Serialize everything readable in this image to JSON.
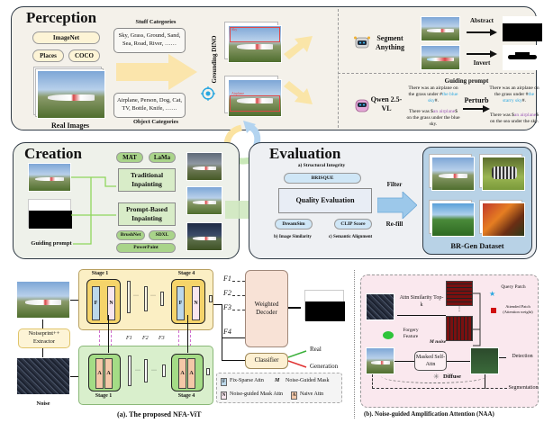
{
  "perception": {
    "title": "Perception",
    "datasets": [
      "ImageNet",
      "Places",
      "COCO"
    ],
    "real_images_label": "Real Images",
    "stuff_categories_label": "Stuff Categories",
    "stuff_categories_text": "Sky, Grass, Ground, Sand, Sea, Road, River, ……",
    "object_categories_label": "Object Categories",
    "object_categories_text": "Airplane, Person, Dog, Cat, TV, Bottle, Knife, ……",
    "grounding_dino_label": "Grounding DINO",
    "box_label_sky": "Sky",
    "box_label_airplane": "Airplane",
    "segment_anything_label": "Segment Anything",
    "abstract_label": "Abstract",
    "invert_label": "Invert",
    "guiding_prompt_label": "Guiding prompt",
    "qwen_label": "Qwen 2.5-VL",
    "perturb_label": "Perturb",
    "prompt_before_1_prefix": "There was an airplane on the grass under #",
    "prompt_before_1_hl": "the blue sky",
    "prompt_before_1_suffix": "#.",
    "prompt_before_2_prefix": "There was $",
    "prompt_before_2_hl": "an airplane",
    "prompt_before_2_suffix": "$ on the grass under the blue sky.",
    "prompt_after_1_prefix": "There was an airplane on the grass under #",
    "prompt_after_1_hl": "the starry sky",
    "prompt_after_1_suffix": "#.",
    "prompt_after_2_prefix": "There was $",
    "prompt_after_2_hl": "an airplane",
    "prompt_after_2_suffix": "$ on the sea under the sky."
  },
  "creation": {
    "title": "Creation",
    "guiding_prompt_label": "Guiding prompt",
    "traditional_models": [
      "MAT",
      "LaMa"
    ],
    "traditional_label": "Traditional Inpainting",
    "prompt_based_label": "Prompt-Based Inpainting",
    "prompt_models": [
      "BrushNet",
      "SDXL",
      "PowerPaint"
    ]
  },
  "evaluation": {
    "title": "Evaluation",
    "structural_label": "a) Structural Integrity",
    "brisque_label": "BRISQUE",
    "quality_label": "Quality Evaluation",
    "dreamsim_label": "DreamSim",
    "clip_label": "CLIP Score",
    "similarity_label": "b) Image Similarity",
    "semantic_label": "c) Semantic Alignment",
    "filter_label": "Filter",
    "refill_label": "Re-fill",
    "dataset_label": "BR-Gen Dataset"
  },
  "nfa_vit": {
    "stage1_top": "Stage 1",
    "stage4_top": "Stage 4",
    "stage1_bottom": "Stage 1",
    "stage4_bottom": "Stage 4",
    "noiseprint_label": "Noiseprint++ Extractor",
    "noise_label": "Noise",
    "f_label": "F",
    "n_label": "N",
    "a_label": "A",
    "naa_label": "NAA",
    "noise_tag": "M noise",
    "features": [
      "F1",
      "F2",
      "F3",
      "F4"
    ],
    "weighted_decoder_label": "Weighted Decoder",
    "classifier_label": "Classifier",
    "real_label": "Real",
    "generation_label": "Generation",
    "legend": {
      "fix_sparse": "Fix-Sparse Attn",
      "noise_guided_mask_sym": "M",
      "noise_guided_mask": "Noise-Guided Mask",
      "noise_guided_mask_attn": "Noise-guided Mask Attn",
      "naive_attn": "Naive Attn"
    },
    "caption": "(a). The proposed NFA-ViT"
  },
  "naa": {
    "attn_similarity_label": "Attn Similarity Top-k",
    "query_patch_label": "Query Patch",
    "attended_patch_label": "Attended Patch (Attention weight)",
    "forgery_feature_label": "Forgery Feature",
    "mask_label": "M noise",
    "masked_self_attn_label": "Masked Self-Attn",
    "diffuse_label": "Diffuse",
    "detection_label": "Detection",
    "segmentation_label": "Segmentation",
    "caption": "(b). Noise-guided Amplification Attention (NAA)"
  },
  "colors": {
    "perception_bg": "#f4f1ea",
    "creation_bg": "#eef1ea",
    "evaluation_bg": "#eef0f3",
    "dataset_bg": "#b8d2e6",
    "yellow_pill": "#fdf4d6",
    "green_pill": "#a9d48a",
    "green_box": "#d8ecc8",
    "blue_pill": "#cfe6f6",
    "stage_top_bg": "#fbefc4",
    "stage_bottom_bg": "#d9efcc",
    "naa_bg": "#fae8ee",
    "highlight_blue": "#2aa7e0",
    "highlight_purple": "#9b59b6"
  }
}
